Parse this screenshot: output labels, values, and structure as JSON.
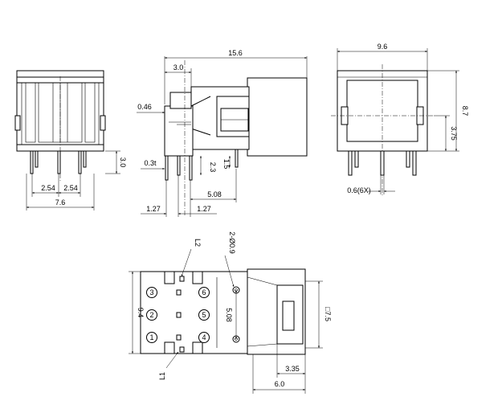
{
  "front_view": {
    "dims": {
      "height": "3.0",
      "pitch_a": "2.54",
      "pitch_b": "2.54",
      "width": "7.6"
    }
  },
  "side_view": {
    "dims": {
      "length": "15.6",
      "offset": "3.0",
      "tab": "0.46",
      "pin_thickness": "0.3t",
      "pin_h1": "2.3",
      "pin_h2": "1.5",
      "pin_span": "5.08",
      "pitch_left": "1.27",
      "pitch_right": "1.27"
    }
  },
  "end_view": {
    "dims": {
      "width": "9.6",
      "height": "8.7",
      "center": "3.75",
      "pin_width": "0.6(6X)"
    }
  },
  "top_view": {
    "pins": [
      "3",
      "2",
      "1",
      "6",
      "5",
      "4"
    ],
    "labels": {
      "l2": "L2",
      "l1": "L1",
      "holes": "2-Ø0.9"
    },
    "dims": {
      "width": "9.4",
      "hole_pitch": "5.08",
      "square": "□7.5",
      "inner": "3.35",
      "depth": "6.0"
    }
  }
}
